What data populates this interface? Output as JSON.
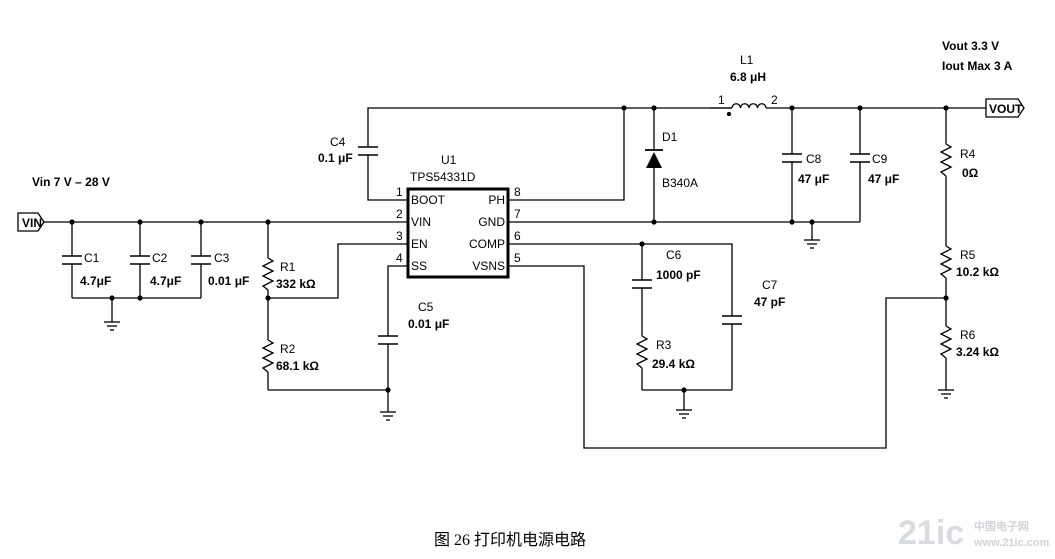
{
  "caption": "图 26  打印机电源电路",
  "watermark": {
    "logo": "21ic",
    "text": "中国电子网",
    "url": "www.21ic.com"
  },
  "ic": {
    "ref": "U1",
    "part": "TPS54331D",
    "pins_left": [
      {
        "num": "1",
        "name": "BOOT"
      },
      {
        "num": "2",
        "name": "VIN"
      },
      {
        "num": "3",
        "name": "EN"
      },
      {
        "num": "4",
        "name": "SS"
      }
    ],
    "pins_right": [
      {
        "num": "8",
        "name": "PH"
      },
      {
        "num": "7",
        "name": "GND"
      },
      {
        "num": "6",
        "name": "COMP"
      },
      {
        "num": "5",
        "name": "VSNS"
      }
    ]
  },
  "ports": {
    "vin": "VIN",
    "vout": "VOUT"
  },
  "notes": {
    "vin_range": "Vin  7 V – 28 V",
    "vout": "Vout 3.3 V",
    "iout": "Iout Max 3 A"
  },
  "inductor": {
    "ref": "L1",
    "value": "6.8 μH",
    "pin1": "1",
    "pin2": "2"
  },
  "diode": {
    "ref": "D1",
    "part": "B340A"
  },
  "capacitors": {
    "C1": {
      "ref": "C1",
      "value": "4.7μF"
    },
    "C2": {
      "ref": "C2",
      "value": "4.7μF"
    },
    "C3": {
      "ref": "C3",
      "value": "0.01 μF"
    },
    "C4": {
      "ref": "C4",
      "value": "0.1 μF"
    },
    "C5": {
      "ref": "C5",
      "value": "0.01 μF"
    },
    "C6": {
      "ref": "C6",
      "value": "1000 pF"
    },
    "C7": {
      "ref": "C7",
      "value": "47 pF"
    },
    "C8": {
      "ref": "C8",
      "value": "47 μF"
    },
    "C9": {
      "ref": "C9",
      "value": "47 μF"
    }
  },
  "resistors": {
    "R1": {
      "ref": "R1",
      "value": "332 kΩ"
    },
    "R2": {
      "ref": "R2",
      "value": "68.1 kΩ"
    },
    "R3": {
      "ref": "R3",
      "value": "29.4 kΩ"
    },
    "R4": {
      "ref": "R4",
      "value": "0Ω"
    },
    "R5": {
      "ref": "R5",
      "value": "10.2 kΩ"
    },
    "R6": {
      "ref": "R6",
      "value": "3.24 kΩ"
    }
  }
}
